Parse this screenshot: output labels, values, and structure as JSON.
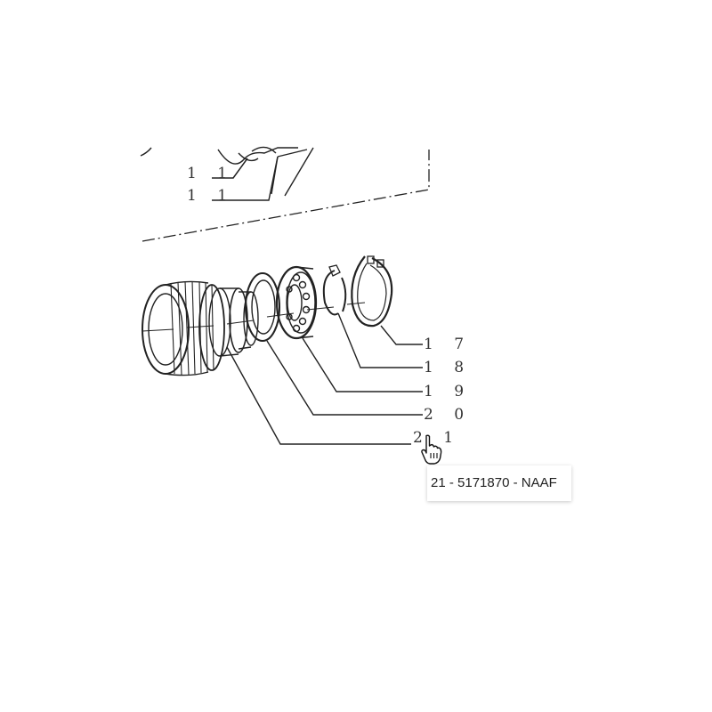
{
  "callouts": {
    "c11a": "1 1",
    "c11b": "1 1",
    "c17": "1 7",
    "c18": "1 8",
    "c19": "1 9",
    "c20": "2 0",
    "c21": "2 1"
  },
  "tooltip": {
    "text": "21 - 5171870 - NAAF"
  },
  "icons": {
    "cursor": "hand-pointer-icon"
  }
}
